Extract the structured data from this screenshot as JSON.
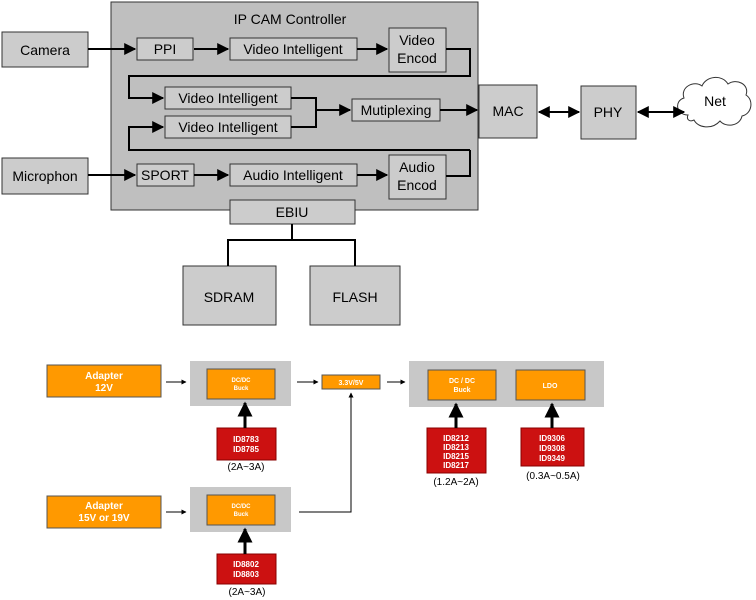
{
  "top_diagram": {
    "controller_title": "IP CAM Controller",
    "inputs": {
      "camera": "Camera",
      "microphone": "Microphon"
    },
    "blocks": {
      "ppi": "PPI",
      "video_intelligent_1": "Video Intelligent",
      "video_encod_line1": "Video",
      "video_encod_line2": "Encod",
      "video_intelligent_2": "Video Intelligent",
      "video_intelligent_3": "Video Intelligent",
      "multiplexing": "Mutiplexing",
      "sport": "SPORT",
      "audio_intelligent": "Audio Intelligent",
      "audio_encod_line1": "Audio",
      "audio_encod_line2": "Encod",
      "mac": "MAC",
      "phy": "PHY",
      "net": "Net",
      "ebiu": "EBIU",
      "sdram": "SDRAM",
      "flash": "FLASH"
    }
  },
  "power_diagram": {
    "adapter_12v_line1": "Adapter",
    "adapter_12v_line2": "12V",
    "adapter_15v_line1": "Adapter",
    "adapter_15v_line2": "15V or 19V",
    "dcdc_buck_1_line1": "DC/DC",
    "dcdc_buck_1_line2": "Buck",
    "dcdc_buck_2_line1": "DC/DC",
    "dcdc_buck_2_line2": "Buck",
    "rail": "3.3V/5V",
    "dcdc_buck_3_line1": "DC / DC",
    "dcdc_buck_3_line2": "Buck",
    "ldo": "LDO",
    "chips_1": [
      "ID8783",
      "ID8785"
    ],
    "chips_1_current": "(2A~3A)",
    "chips_2": [
      "ID8802",
      "ID8803"
    ],
    "chips_2_current": "(2A~3A)",
    "chips_3": [
      "ID8212",
      "ID8213",
      "ID8215",
      "ID8217"
    ],
    "chips_3_current": "(1.2A~2A)",
    "chips_4": [
      "ID9306",
      "ID9308",
      "ID9349"
    ],
    "chips_4_current": "(0.3A~0.5A)"
  },
  "colors": {
    "orange": "#ff9900",
    "red": "#cc1111",
    "panel_gray": "#c8c8c8"
  }
}
